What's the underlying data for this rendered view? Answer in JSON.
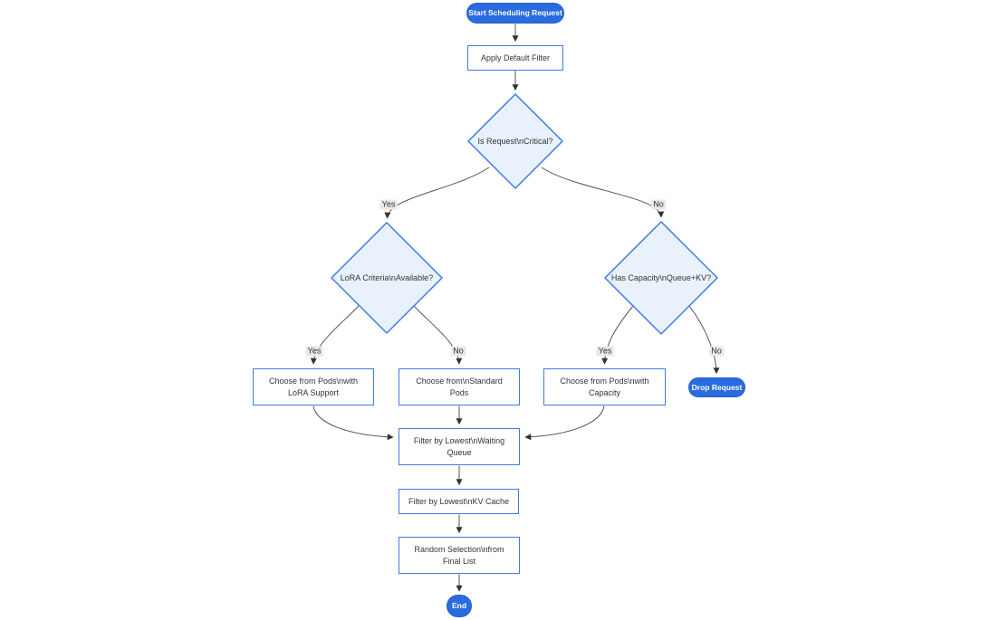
{
  "diagram": {
    "nodes": {
      "start": {
        "label": "Start Scheduling Request",
        "type": "terminal"
      },
      "apply_filter": {
        "label": "Apply Default Filter",
        "type": "process"
      },
      "is_critical": {
        "label": "Is Request\\nCritical?",
        "type": "decision"
      },
      "lora_criteria": {
        "label": "LoRA Criteria\\nAvailable?",
        "type": "decision"
      },
      "has_capacity": {
        "label": "Has Capacity\\nQueue+KV?",
        "type": "decision"
      },
      "lora_pods": {
        "label": "Choose from Pods\\nwith LoRA Support",
        "type": "process"
      },
      "standard_pods": {
        "label": "Choose from\\nStandard Pods",
        "type": "process"
      },
      "capacity_pods": {
        "label": "Choose from Pods\\nwith Capacity",
        "type": "process"
      },
      "drop_request": {
        "label": "Drop Request",
        "type": "terminal"
      },
      "filter_queue": {
        "label": "Filter by Lowest\\nWaiting Queue",
        "type": "process"
      },
      "filter_kv": {
        "label": "Filter by Lowest\\nKV Cache",
        "type": "process"
      },
      "random_selection": {
        "label": "Random Selection\\nfrom Final List",
        "type": "process"
      },
      "end": {
        "label": "End",
        "type": "terminal"
      }
    },
    "edge_labels": {
      "critical_yes": "Yes",
      "critical_no": "No",
      "lora_yes": "Yes",
      "lora_no": "No",
      "capacity_yes": "Yes",
      "capacity_no": "No"
    },
    "colors": {
      "terminal_fill": "#2a6bdf",
      "decision_fill": "#e9f2fc",
      "node_border": "#3e7ce0",
      "edge_line": "#555555",
      "arrowhead": "#333333",
      "edge_label_bg": "#e8e8e8",
      "text": "#333333"
    }
  }
}
